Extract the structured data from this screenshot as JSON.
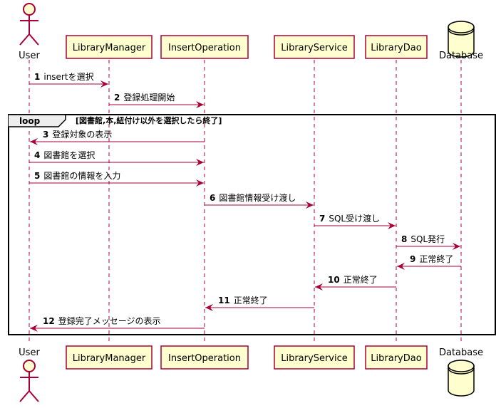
{
  "participants": [
    {
      "id": "user",
      "name": "User",
      "kind": "actor"
    },
    {
      "id": "manager",
      "name": "LibraryManager",
      "kind": "box"
    },
    {
      "id": "insert",
      "name": "InsertOperation",
      "kind": "box"
    },
    {
      "id": "service",
      "name": "LibraryService",
      "kind": "box"
    },
    {
      "id": "dao",
      "name": "LibraryDao",
      "kind": "box"
    },
    {
      "id": "db",
      "name": "Database",
      "kind": "database"
    }
  ],
  "loop": {
    "keyword": "loop",
    "condition": "[図書館,本,紐付け以外を選択したら終了]"
  },
  "messages": [
    {
      "num": "1",
      "text": "insertを選択",
      "from": "user",
      "to": "manager"
    },
    {
      "num": "2",
      "text": "登録処理開始",
      "from": "manager",
      "to": "insert"
    },
    {
      "num": "3",
      "text": "登録対象の表示",
      "from": "insert",
      "to": "user"
    },
    {
      "num": "4",
      "text": "図書館を選択",
      "from": "user",
      "to": "insert"
    },
    {
      "num": "5",
      "text": "図書館の情報を入力",
      "from": "user",
      "to": "insert"
    },
    {
      "num": "6",
      "text": "図書館情報受け渡し",
      "from": "insert",
      "to": "service"
    },
    {
      "num": "7",
      "text": "SQL受け渡し",
      "from": "service",
      "to": "dao"
    },
    {
      "num": "8",
      "text": "SQL発行",
      "from": "dao",
      "to": "db"
    },
    {
      "num": "9",
      "text": "正常終了",
      "from": "db",
      "to": "dao"
    },
    {
      "num": "10",
      "text": "正常終了",
      "from": "dao",
      "to": "service"
    },
    {
      "num": "11",
      "text": "正常終了",
      "from": "service",
      "to": "insert"
    },
    {
      "num": "12",
      "text": "登録完了メッセージの表示",
      "from": "insert",
      "to": "user"
    }
  ],
  "colors": {
    "participant_fill": "#FEFECE",
    "participant_border": "#A80036",
    "arrow": "#A80036",
    "lifeline": "#A80036",
    "frame": "#000000"
  }
}
